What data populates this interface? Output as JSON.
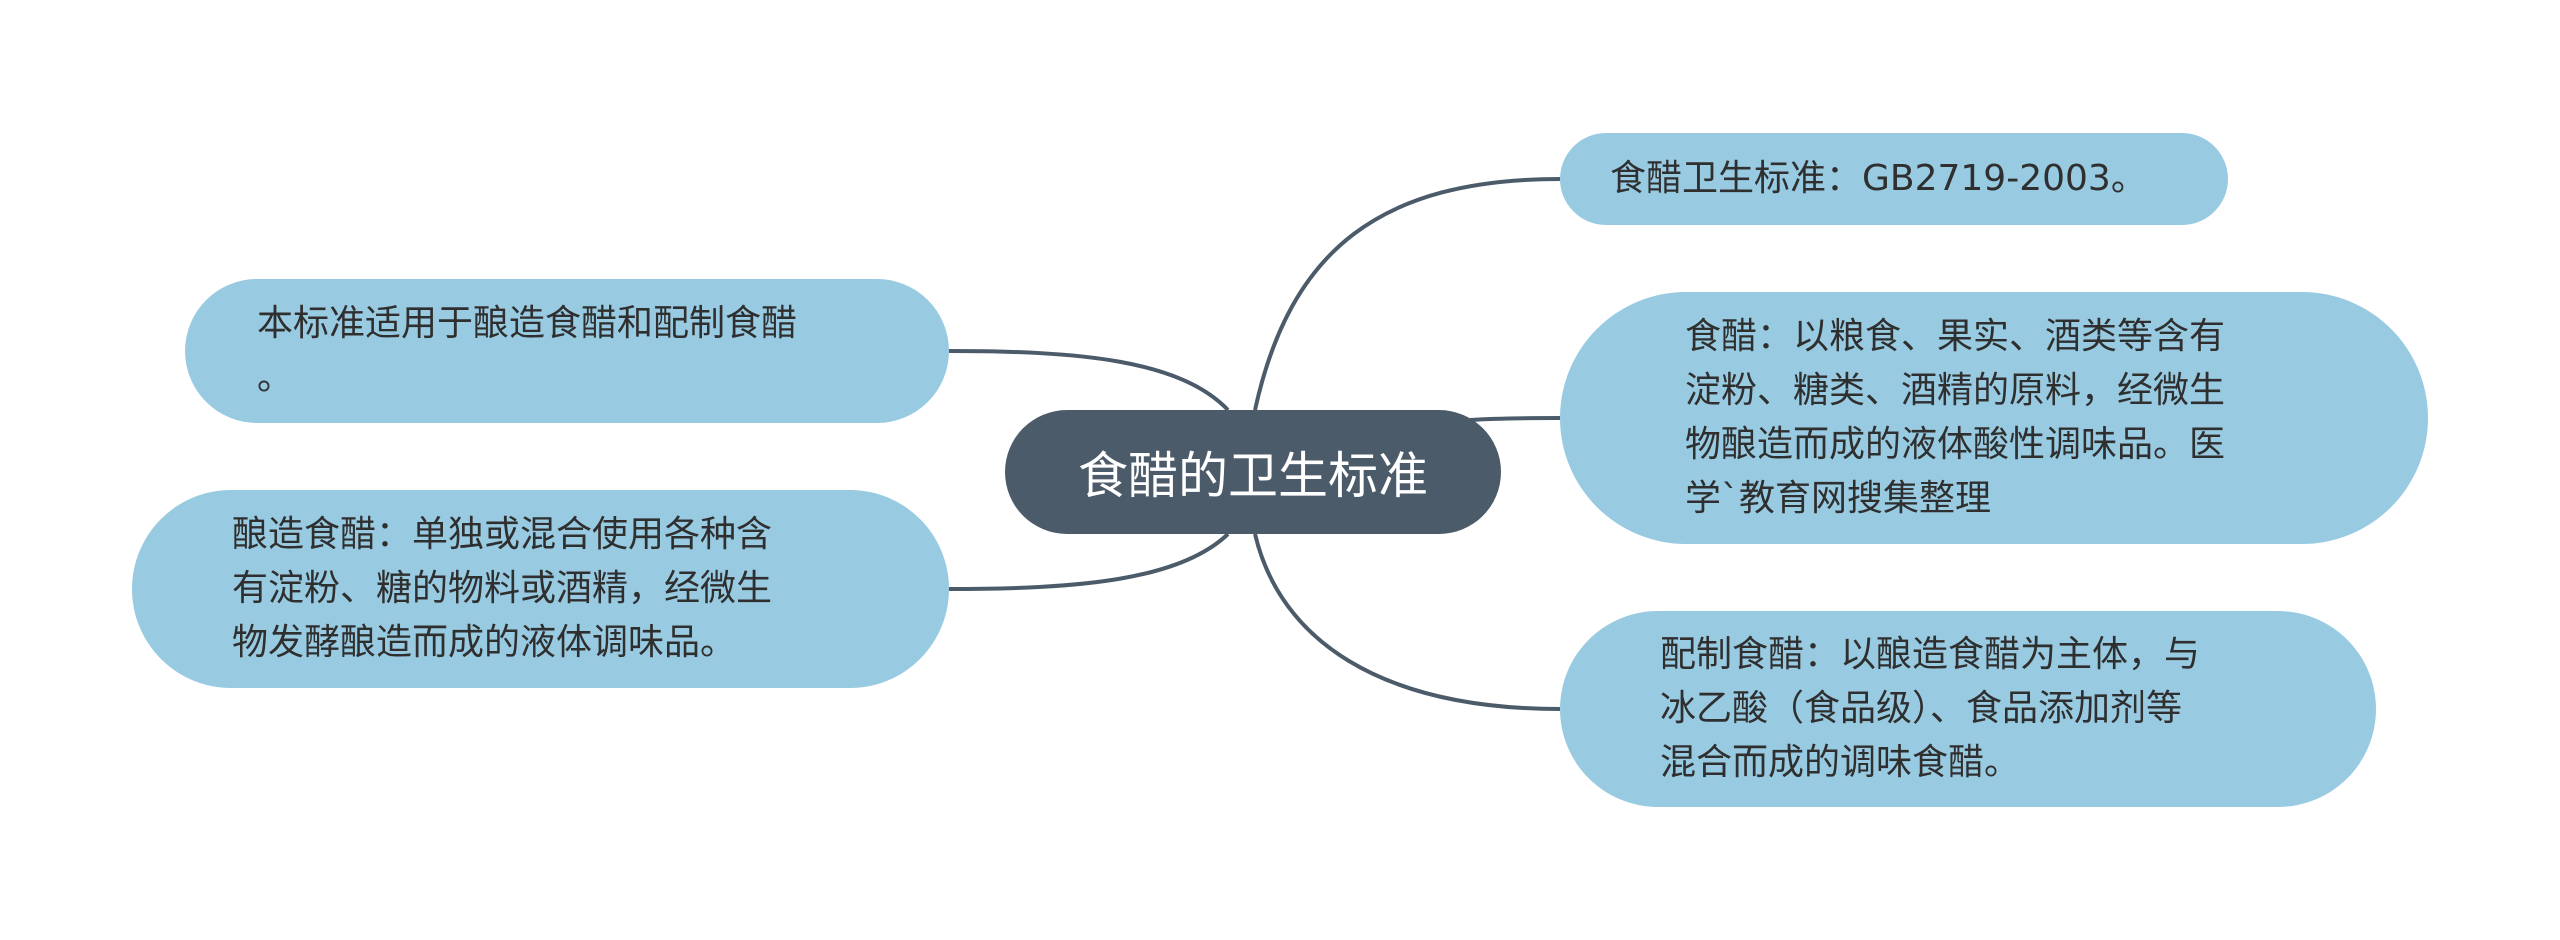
{
  "mindmap": {
    "center": {
      "text": "食醋的卫生标准"
    },
    "right_nodes": [
      {
        "text": "食醋卫生标准：GB2719-2003。"
      },
      {
        "text": "食醋：以粮食、果实、酒类等含有\n淀粉、糖类、酒精的原料，经微生\n物酿造而成的液体酸性调味品。医\n学`教育网搜集整理"
      },
      {
        "text": "配制食醋：以酿造食醋为主体，与\n冰乙酸（食品级）、食品添加剂等\n混合而成的调味食醋。"
      }
    ],
    "left_nodes": [
      {
        "text": "本标准适用于酿造食醋和配制食醋\n。"
      },
      {
        "text": "酿造食醋：单独或混合使用各种含\n有淀粉、糖的物料或酒精，经微生\n物发酵酿造而成的液体调味品。"
      }
    ]
  },
  "colors": {
    "center_fill": "#4c5b69",
    "center_text": "#ffffff",
    "node_fill": "#98cbe2",
    "node_text": "#2f2f2f",
    "connector": "#4c5b69"
  }
}
